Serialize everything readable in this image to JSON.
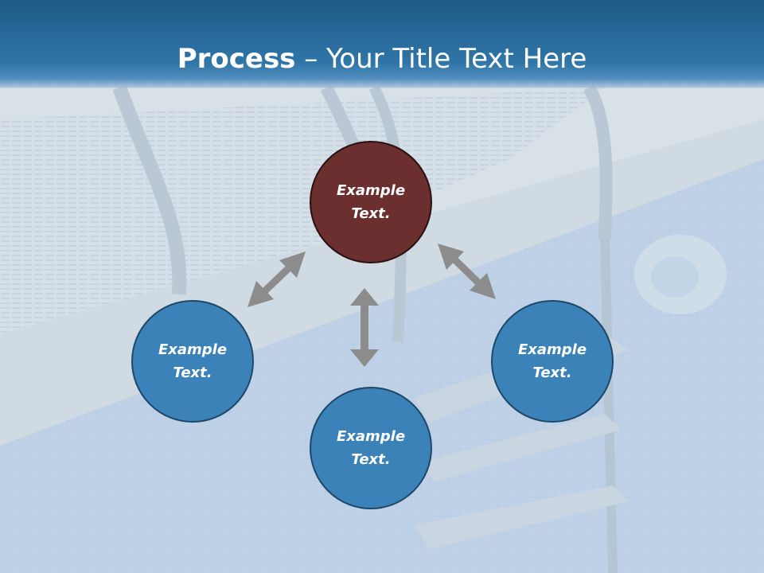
{
  "slide": {
    "title_bold": "Process",
    "title_rest": " – Your Title Text Here"
  },
  "nodes": {
    "top": {
      "line1": "Example",
      "line2": "Text."
    },
    "left": {
      "line1": "Example",
      "line2": "Text."
    },
    "right": {
      "line1": "Example",
      "line2": "Text."
    },
    "bottom": {
      "line1": "Example",
      "line2": "Text."
    }
  },
  "colors": {
    "title_bar": "#2f75a8",
    "center_node": "#6a2f2e",
    "outer_node": "#3a82b8",
    "arrow": "#8c8c8c"
  }
}
